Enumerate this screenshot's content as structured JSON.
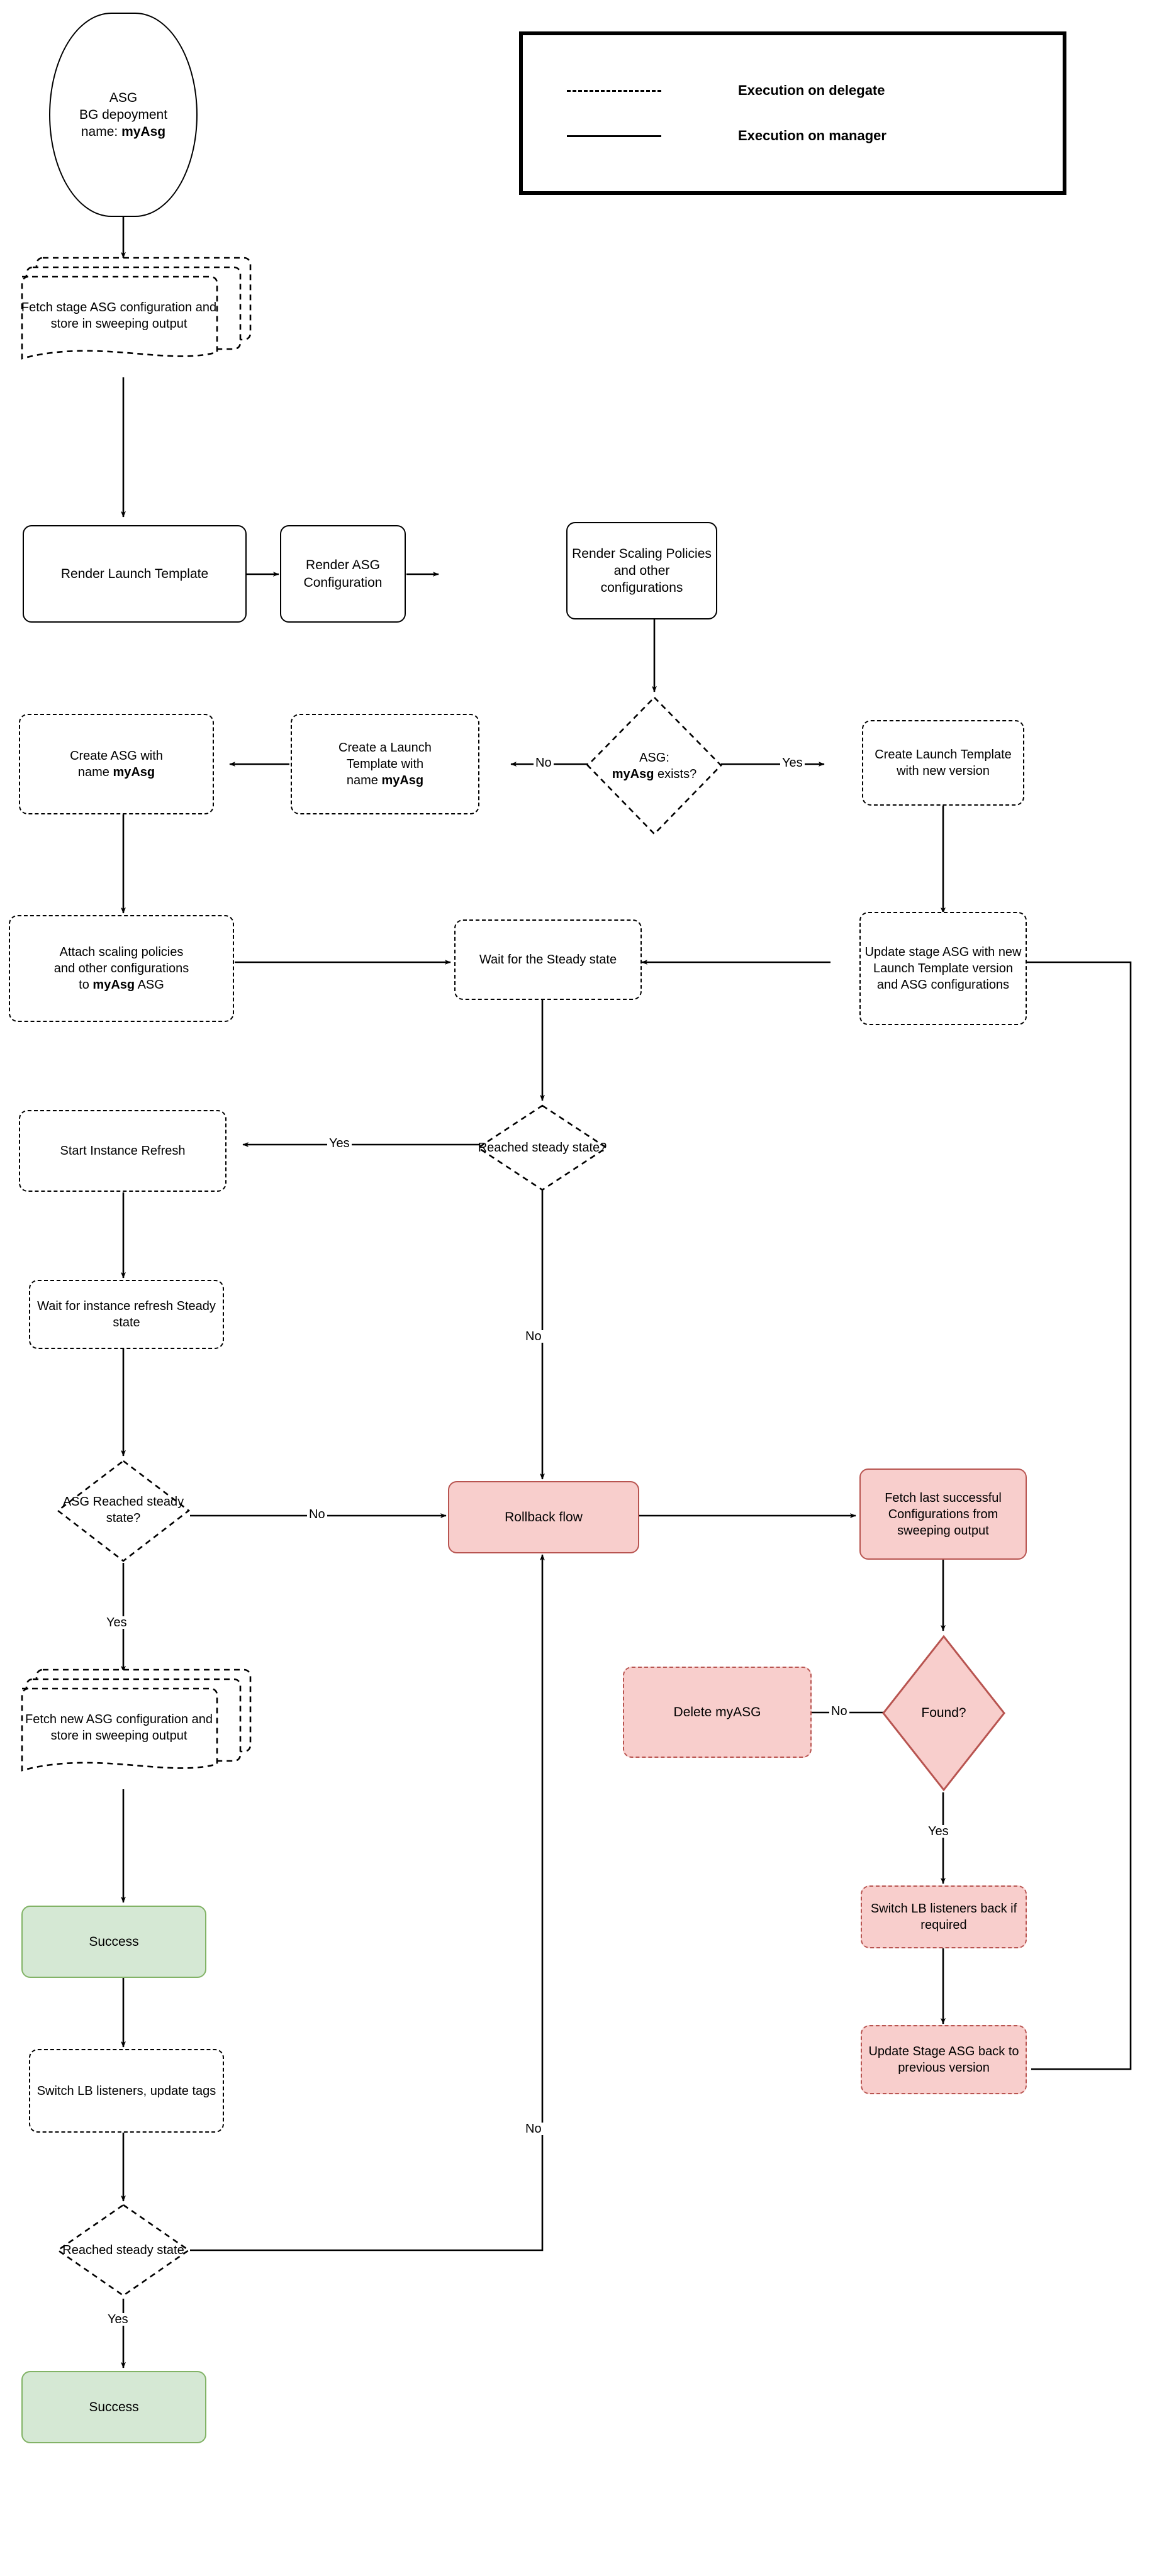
{
  "diagram": {
    "title": "ASG Blue-Green Deployment Flow",
    "colors": {
      "success_fill": "#d5e8d4",
      "success_stroke": "#82b366",
      "rollback_fill": "#f8cecc",
      "rollback_stroke": "#b85450",
      "line": "#000000",
      "background": "#ffffff"
    },
    "legend": {
      "items": [
        {
          "style": "dashed",
          "label": "Execution on delegate"
        },
        {
          "style": "solid",
          "label": "Execution on manager"
        }
      ]
    },
    "nodes": {
      "start": {
        "line1": "ASG",
        "line2": "BG depoyment",
        "line3_prefix": "name: ",
        "line3_bold": "myAsg"
      },
      "fetch_stage_cfg": {
        "text": "Fetch stage ASG configuration and store in sweeping output"
      },
      "render_launch_template": {
        "text": "Render Launch Template"
      },
      "render_asg_config": {
        "text": "Render ASG Configuration"
      },
      "render_scaling": {
        "text": "Render Scaling Policies and other configurations"
      },
      "asg_exists": {
        "line1": "ASG:",
        "line2_bold": "myAsg",
        "line2_rest": " exists?"
      },
      "create_launch_template_new": {
        "text": "Create Launch Template with new version"
      },
      "create_launch_template_named": {
        "line1": "Create a Launch",
        "line2": "Template with",
        "line3_prefix": "name ",
        "line3_bold": "myAsg"
      },
      "create_asg_named": {
        "line1": "Create ASG with",
        "line2_prefix": "name ",
        "line2_bold": "myAsg"
      },
      "attach_scaling": {
        "line1": "Attach scaling policies",
        "line2": "and other configurations",
        "line3_prefix": "to ",
        "line3_bold": "myAsg",
        "line3_suffix": " ASG"
      },
      "wait_steady": {
        "text": "Wait for the Steady state"
      },
      "update_stage_asg": {
        "text": "Update stage ASG with new Launch Template version and ASG configurations"
      },
      "reached_steady_q": {
        "text": "Reached steady state?"
      },
      "start_instance_refresh": {
        "text": "Start Instance Refresh"
      },
      "wait_instance_refresh": {
        "text": "Wait for instance refresh Steady state"
      },
      "asg_reached_steady_q": {
        "text": "ASG Reached steady state?"
      },
      "rollback_flow": {
        "text": "Rollback flow"
      },
      "fetch_last_successful": {
        "text": "Fetch last successful Configurations from sweeping output"
      },
      "delete_myasg": {
        "text": "Delete myASG"
      },
      "found_q": {
        "text": "Found?"
      },
      "switch_lb_back": {
        "text": "Switch LB listeners back if required"
      },
      "update_stage_back": {
        "text": "Update Stage ASG back to previous version"
      },
      "fetch_new_cfg": {
        "text": "Fetch new ASG configuration and store in sweeping output"
      },
      "success_top": {
        "text": "Success"
      },
      "switch_lb_tags": {
        "text": "Switch LB listeners, update tags"
      },
      "reached_steady_bottom": {
        "text": "Reached steady state"
      },
      "success_bottom": {
        "text": "Success"
      }
    },
    "edge_labels": {
      "no_from_asg_exists": "No",
      "yes_from_asg_exists": "Yes",
      "yes_reached_steady": "Yes",
      "no_reached_steady": "No",
      "no_asg_reached_steady": "No",
      "yes_asg_reached_steady": "Yes",
      "no_found": "No",
      "yes_found": "Yes",
      "no_bottom_steady": "No",
      "yes_bottom_steady": "Yes"
    }
  }
}
